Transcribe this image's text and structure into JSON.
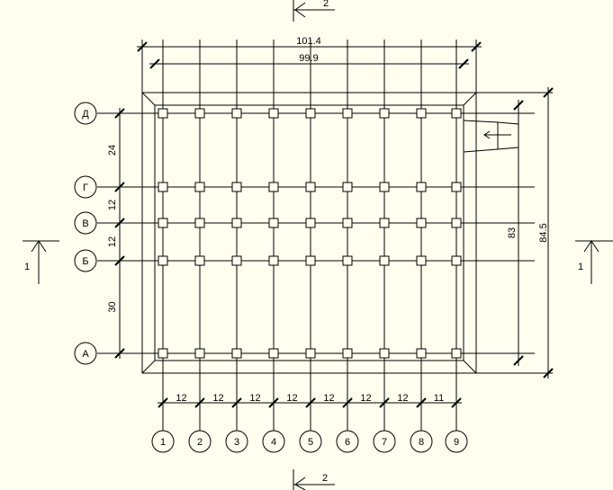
{
  "colors": {
    "background": "#fffff0",
    "ink": "#000000"
  },
  "plan": {
    "overall_width": "101.4",
    "inner_width": "99.9",
    "overall_height": "84.5",
    "inner_height": "83"
  },
  "axes": {
    "columns": [
      "1",
      "2",
      "3",
      "4",
      "5",
      "6",
      "7",
      "8",
      "9"
    ],
    "rows": [
      "А",
      "Б",
      "В",
      "Г",
      "Д"
    ],
    "column_spans": [
      "12",
      "12",
      "12",
      "12",
      "12",
      "12",
      "12",
      "11"
    ],
    "row_spans": [
      "30",
      "12",
      "12",
      "24"
    ]
  },
  "sections": {
    "top": "2",
    "bottom": "2",
    "left": "1",
    "right": "1"
  }
}
